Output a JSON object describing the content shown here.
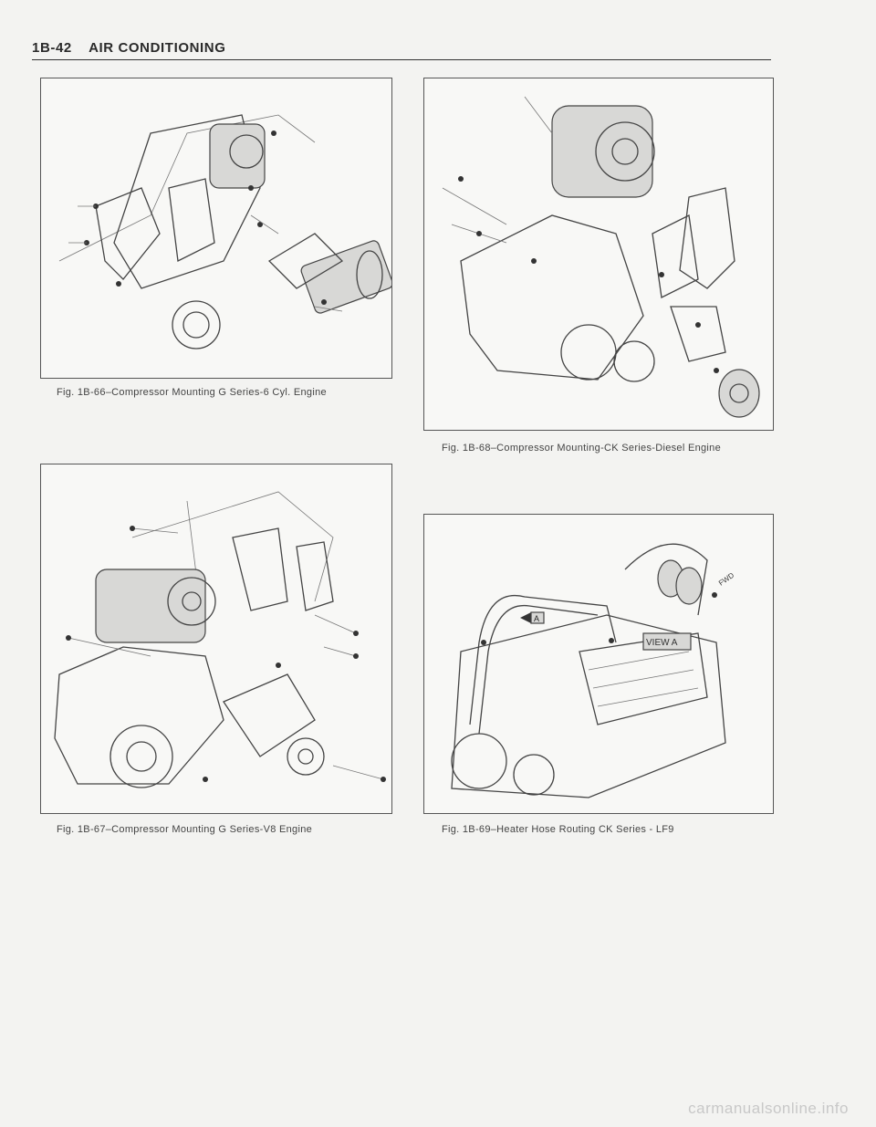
{
  "header": {
    "page_number": "1B-42",
    "section_title": "AIR CONDITIONING"
  },
  "figures": [
    {
      "id": "fig-1b-66",
      "caption": "Fig. 1B-66–Compressor Mounting G Series-6 Cyl. Engine"
    },
    {
      "id": "fig-1b-68",
      "caption": "Fig. 1B-68–Compressor Mounting-CK Series-Diesel Engine"
    },
    {
      "id": "fig-1b-67",
      "caption": "Fig. 1B-67–Compressor Mounting G Series-V8 Engine"
    },
    {
      "id": "fig-1b-69",
      "caption": "Fig. 1B-69–Heater Hose Routing CK Series - LF9",
      "callout_label": "VIEW A",
      "callout_letter": "A",
      "fwd_label": "FWD"
    }
  ],
  "footer": {
    "watermark": "carmanualsonline.info"
  },
  "colors": {
    "paper": "#f3f3f1",
    "ink": "#2a2a2a",
    "rule": "#333333"
  }
}
